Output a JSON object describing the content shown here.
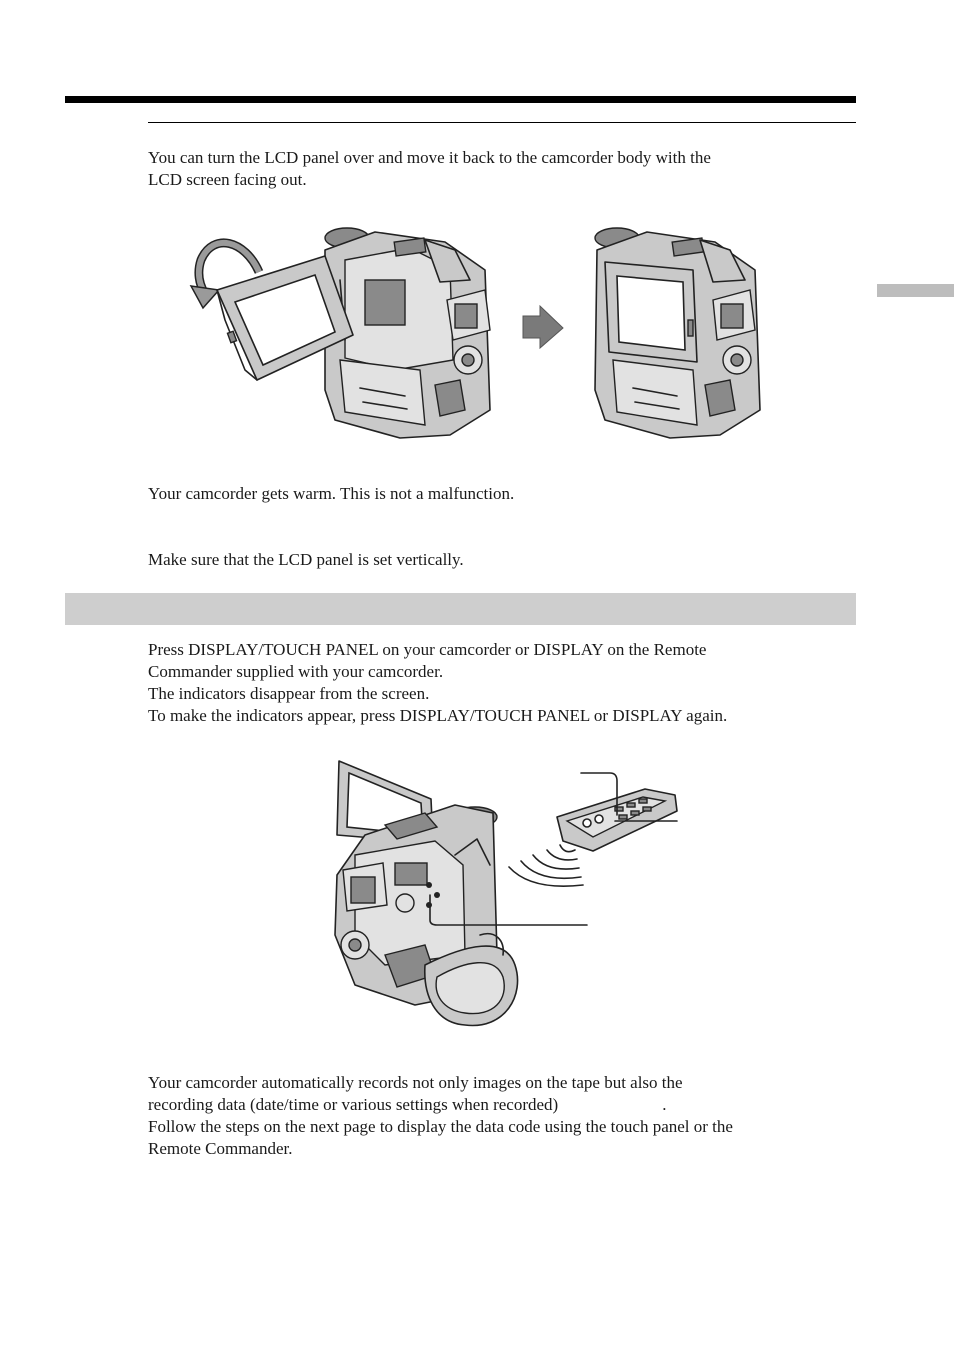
{
  "paragraphs": {
    "intro": [
      "You can turn the LCD panel over and move it back to the camcorder body with the",
      "LCD screen facing out."
    ],
    "note_warm": [
      "Your camcorder gets warm. This is not a malfunction."
    ],
    "note_vertical": [
      "Make sure that the LCD panel is set vertically."
    ],
    "display_steps": [
      "Press DISPLAY/TOUCH PANEL on your camcorder or DISPLAY on the Remote",
      "Commander supplied with your camcorder.",
      "The indicators disappear from the screen.",
      "To make the indicators appear, press DISPLAY/TOUCH PANEL or DISPLAY again."
    ],
    "data_code": [
      "Your camcorder automatically records not only images on the tape but also the",
      "recording data (date/time or various settings when recorded)",
      "Follow the steps on the next page to display the data code using the touch panel or the",
      "Remote Commander."
    ],
    "data_code_trailing_period": "."
  },
  "figures": {
    "lcd_flip": {
      "icons": [
        "rotate-arrow-icon",
        "right-arrow-icon"
      ]
    },
    "display_button": {
      "icons": [
        "remote-commander-icon",
        "infrared-signal-icon"
      ]
    }
  },
  "colors": {
    "rule": "#000000",
    "section_band": "#cecece",
    "side_tab": "#bdbdbd",
    "illustration_fill": "#c9c9c9"
  }
}
